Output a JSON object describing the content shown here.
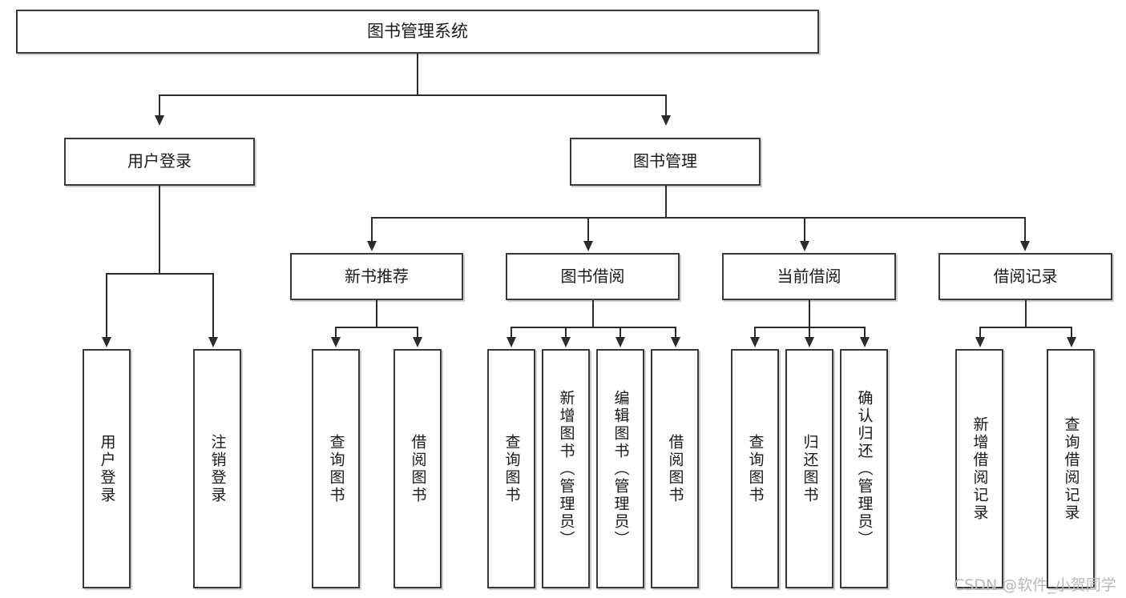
{
  "diagram": {
    "title": "图书管理系统",
    "type": "功能结构图",
    "watermark": "CSDN @软件_小贺同学",
    "colors": {
      "box_border": "#3a3a3a",
      "connector": "#2b2b2b",
      "background": "#ffffff",
      "text": "#1a1a1a",
      "watermark": "#b9b9b9"
    }
  },
  "root": {
    "label": "图书管理系统"
  },
  "level2": [
    {
      "id": "user-login",
      "label": "用户登录"
    },
    {
      "id": "book-management",
      "label": "图书管理"
    }
  ],
  "level3": [
    {
      "id": "new-book-recommend",
      "label": "新书推荐"
    },
    {
      "id": "book-borrow",
      "label": "图书借阅"
    },
    {
      "id": "current-borrow",
      "label": "当前借阅"
    },
    {
      "id": "borrow-record",
      "label": "借阅记录"
    }
  ],
  "leaves": {
    "user_login": [
      {
        "id": "leaf-user-login",
        "label": "用户登录"
      },
      {
        "id": "leaf-logout-login",
        "label": "注销登录"
      }
    ],
    "new_book_recommend": [
      {
        "id": "leaf-query-book-1",
        "label": "查询图书"
      },
      {
        "id": "leaf-borrow-book-1",
        "label": "借阅图书"
      }
    ],
    "book_borrow": [
      {
        "id": "leaf-query-book-2",
        "label": "查询图书"
      },
      {
        "id": "leaf-add-book",
        "label": "新增图书（管理员）"
      },
      {
        "id": "leaf-edit-book",
        "label": "编辑图书（管理员）"
      },
      {
        "id": "leaf-borrow-book-2",
        "label": "借阅图书"
      }
    ],
    "current_borrow": [
      {
        "id": "leaf-query-book-3",
        "label": "查询图书"
      },
      {
        "id": "leaf-return-book",
        "label": "归还图书"
      },
      {
        "id": "leaf-confirm-return",
        "label": "确认归还（管理员）"
      }
    ],
    "borrow_record": [
      {
        "id": "leaf-add-record",
        "label": "新增借阅记录"
      },
      {
        "id": "leaf-query-record",
        "label": "查询借阅记录"
      }
    ]
  }
}
